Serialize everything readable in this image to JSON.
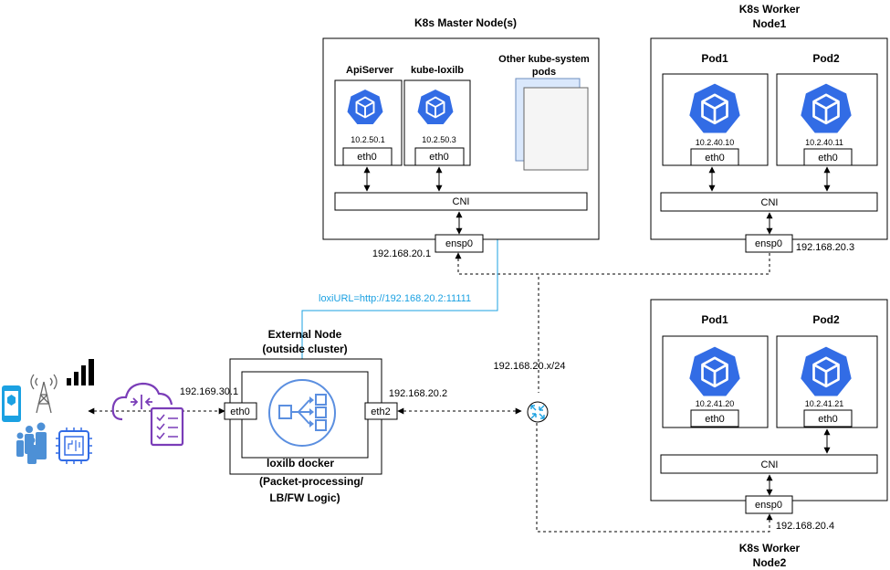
{
  "master": {
    "title": "K8s Master Node(s)",
    "apiserver": {
      "label": "ApiServer",
      "ip": "10.2.50.1",
      "eth": "eth0"
    },
    "kubeloxilb": {
      "label": "kube-loxilb",
      "ip": "10.2.50.3",
      "eth": "eth0"
    },
    "other_pods": {
      "line1": "Other kube-system",
      "line2": "pods"
    },
    "cni": "CNI",
    "nic": "ensp0",
    "nic_ip": "192.168.20.1"
  },
  "worker1": {
    "title_line1": "K8s Worker",
    "title_line2": "Node1",
    "pod1": {
      "label": "Pod1",
      "ip": "10.2.40.10",
      "eth": "eth0"
    },
    "pod2": {
      "label": "Pod2",
      "ip": "10.2.40.11",
      "eth": "eth0"
    },
    "cni": "CNI",
    "nic": "ensp0",
    "nic_ip": "192.168.20.3"
  },
  "worker2": {
    "title_line1": "K8s Worker",
    "title_line2": "Node2",
    "pod1": {
      "label": "Pod1",
      "ip": "10.2.41.20",
      "eth": "eth0"
    },
    "pod2": {
      "label": "Pod2",
      "ip": "10.2.41.21",
      "eth": "eth0"
    },
    "cni": "CNI",
    "nic": "ensp0",
    "nic_ip": "192.168.20.4"
  },
  "external": {
    "title_line1": "External Node",
    "title_line2": "(outside cluster)",
    "docker_label": "loxilb docker",
    "desc_line1": "(Packet-processing/",
    "desc_line2": "LB/FW Logic)",
    "eth0": "eth0",
    "eth0_ip": "192.169.30.1",
    "eth2": "eth2",
    "eth2_ip": "192.168.20.2"
  },
  "loxi_url": "loxiURL=http://192.168.20.2:11111",
  "subnet": "192.168.20.x/24",
  "colors": {
    "k8s_blue": "#326CE5",
    "link_blue": "#1BA1E2",
    "cloud_purple": "#7A3DB8",
    "docker_icon_blue": "#5B8FE0",
    "other_pods_fill": "#DAE8FC"
  },
  "icons": [
    "kubernetes-pod-icon",
    "loxilb-load-balancer-icon",
    "router-icon",
    "cloud-firewall-icon",
    "cell-tower-icon",
    "signal-bars-icon",
    "mobile-phone-icon",
    "users-icon",
    "iot-chip-icon"
  ]
}
